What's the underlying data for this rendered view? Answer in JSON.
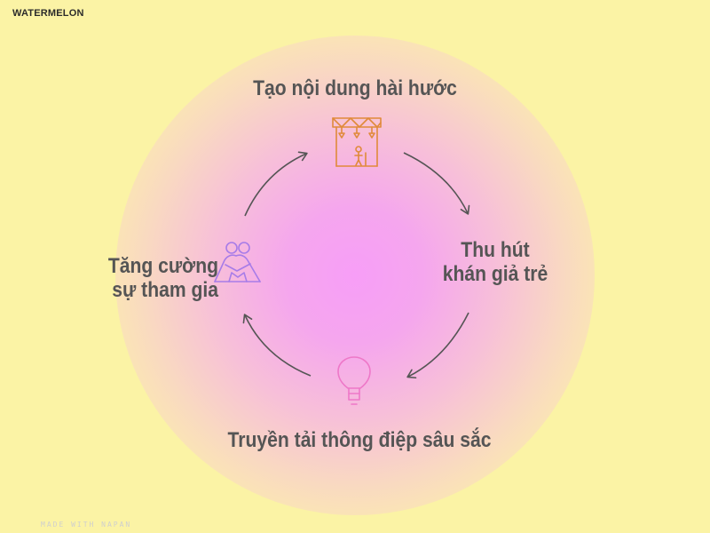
{
  "brand": "WATERMELON",
  "footer": "MADE WITH NAPAN",
  "colors": {
    "background": "#fbf3a5",
    "center_glow": "#f79ef7",
    "text": "#555555",
    "arrow": "#555555",
    "icon_top": "#e08a3a",
    "icon_bottom": "#ee78c8",
    "icon_left": "#a77ce8"
  },
  "cycle": {
    "top": {
      "label": "Tạo nội dung hài hước",
      "icon": "stage-icon"
    },
    "right": {
      "lines": [
        "Thu hút",
        "khán giả trẻ"
      ]
    },
    "bottom": {
      "label": "Truyền tải thông điệp sâu sắc",
      "icon": "lightbulb-icon"
    },
    "left": {
      "lines": [
        "Tăng cường",
        "sự tham gia"
      ],
      "icon": "hugging-people-icon"
    }
  }
}
